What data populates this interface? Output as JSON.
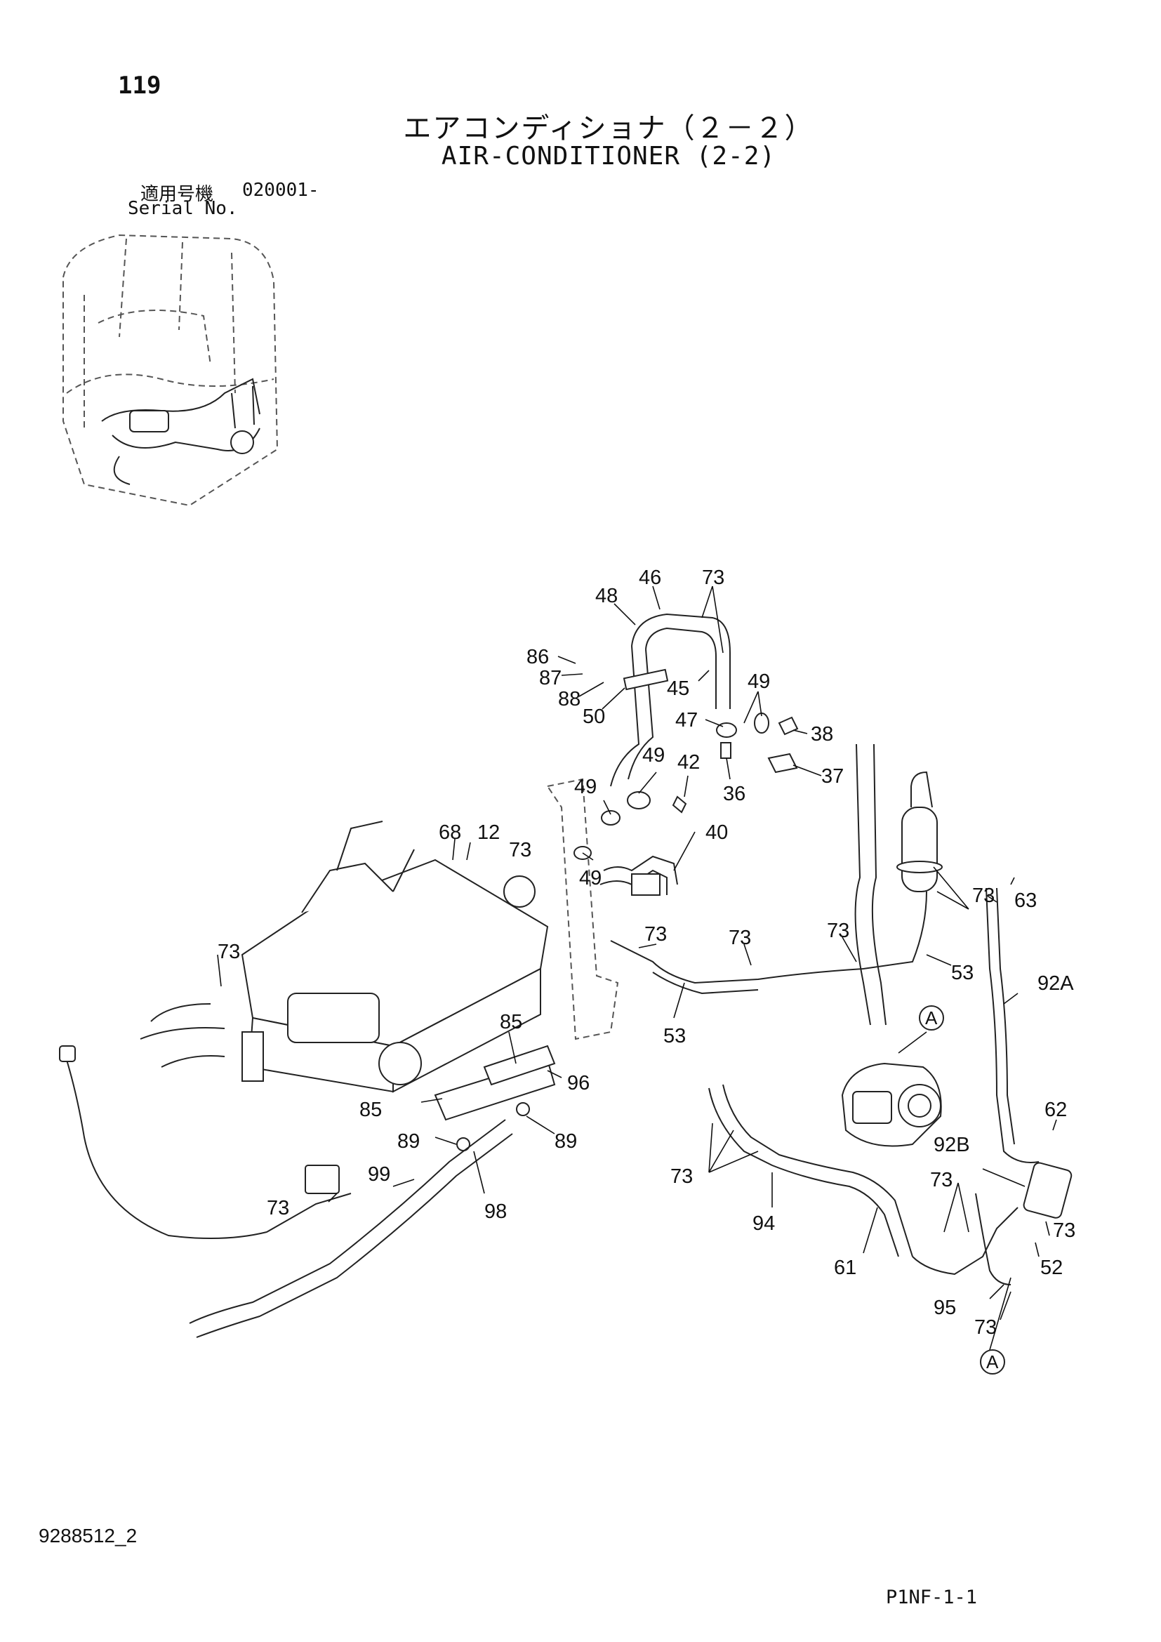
{
  "page": {
    "page_number": "119",
    "title_jp": "エアコンディショナ（２－２）",
    "title_en": "AIR-CONDITIONER (2-2)",
    "serial_label_jp": "適用号機",
    "serial_number": "020001-",
    "serial_label_en": "Serial No.",
    "document_number": "9288512_2",
    "page_code": "P1NF-1-1"
  },
  "callouts": [
    "46",
    "48",
    "73",
    "86",
    "87",
    "88",
    "50",
    "45",
    "49",
    "47",
    "38",
    "49",
    "42",
    "37",
    "36",
    "49",
    "40",
    "49",
    "68",
    "12",
    "73",
    "73",
    "63",
    "73",
    "73",
    "73",
    "73",
    "53",
    "92A",
    "53",
    "85",
    "96",
    "85",
    "89",
    "89",
    "99",
    "73",
    "98",
    "62",
    "92B",
    "73",
    "94",
    "61",
    "73",
    "52",
    "95",
    "73",
    "73"
  ],
  "refs": [
    "A",
    "A"
  ]
}
